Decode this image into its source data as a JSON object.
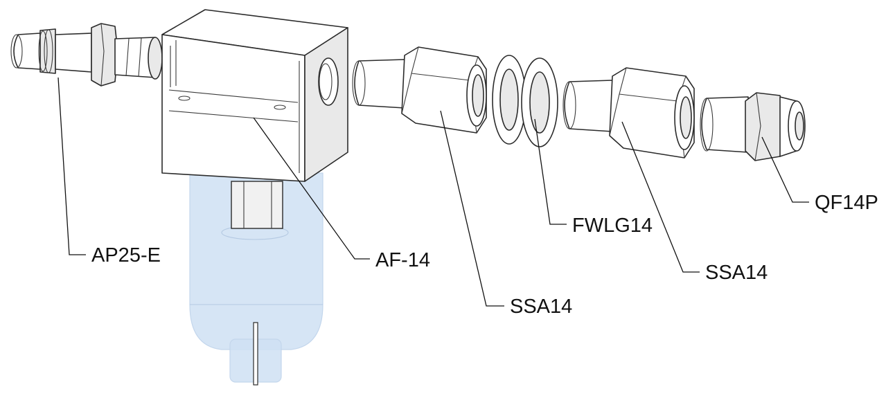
{
  "callouts": {
    "ap25e": "AP25-E",
    "af14": "AF-14",
    "ssa14_left": "SSA14",
    "fwlg14": "FWLG14",
    "ssa14_right": "SSA14",
    "qf14p": "QF14P"
  },
  "colors": {
    "outline": "#2a2a2a",
    "bowl": "#cfe0f3",
    "text": "#111111"
  }
}
